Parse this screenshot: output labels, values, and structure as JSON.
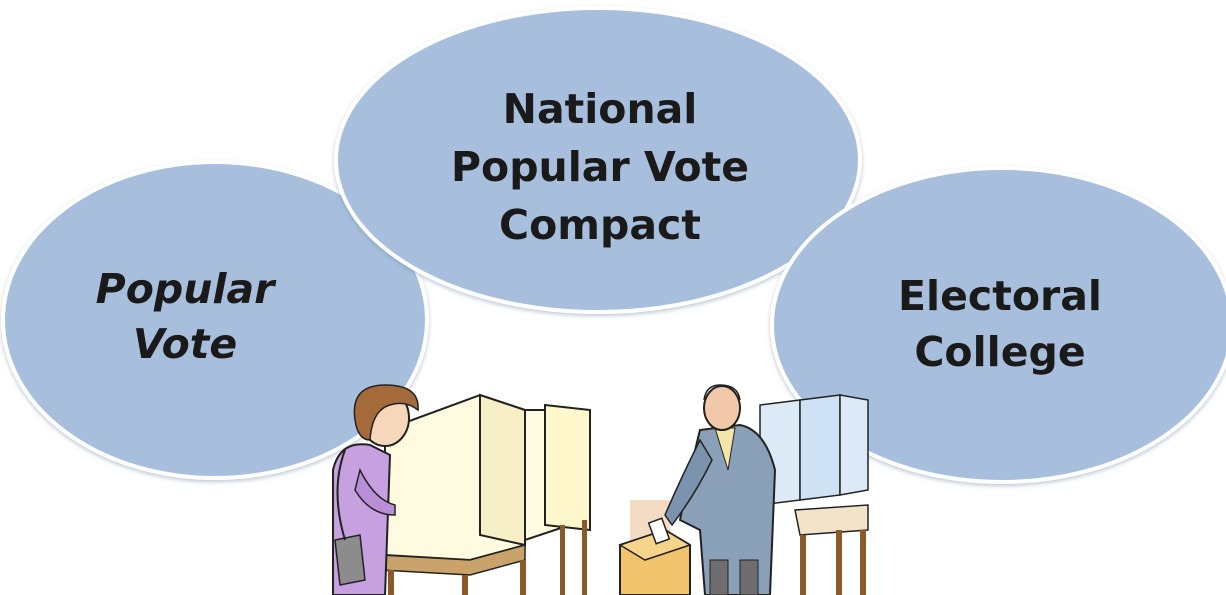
{
  "diagram": {
    "ovals": [
      {
        "id": "popular-vote",
        "lines": [
          "Popular",
          "Vote"
        ],
        "italic": true,
        "fill": "#a7bfdc",
        "stroke": "#ffffff"
      },
      {
        "id": "national-popular-vote-compact",
        "lines": [
          "National",
          "Popular Vote",
          "Compact"
        ],
        "italic": false,
        "fill": "#a7bfdc",
        "stroke": "#ffffff"
      },
      {
        "id": "electoral-college",
        "lines": [
          "Electoral",
          "College"
        ],
        "italic": false,
        "fill": "#a7bfdc",
        "stroke": "#ffffff"
      }
    ]
  },
  "illustrations": [
    {
      "name": "woman-voting-booth-illustration",
      "description_icon": "voter-at-booth"
    },
    {
      "name": "man-ballot-box-illustration",
      "description_icon": "voter-casting-ballot"
    }
  ],
  "colors": {
    "oval_fill": "#a7bfdc",
    "oval_border": "#ffffff",
    "text": "#1a1a1a",
    "background": "#ffffff"
  }
}
